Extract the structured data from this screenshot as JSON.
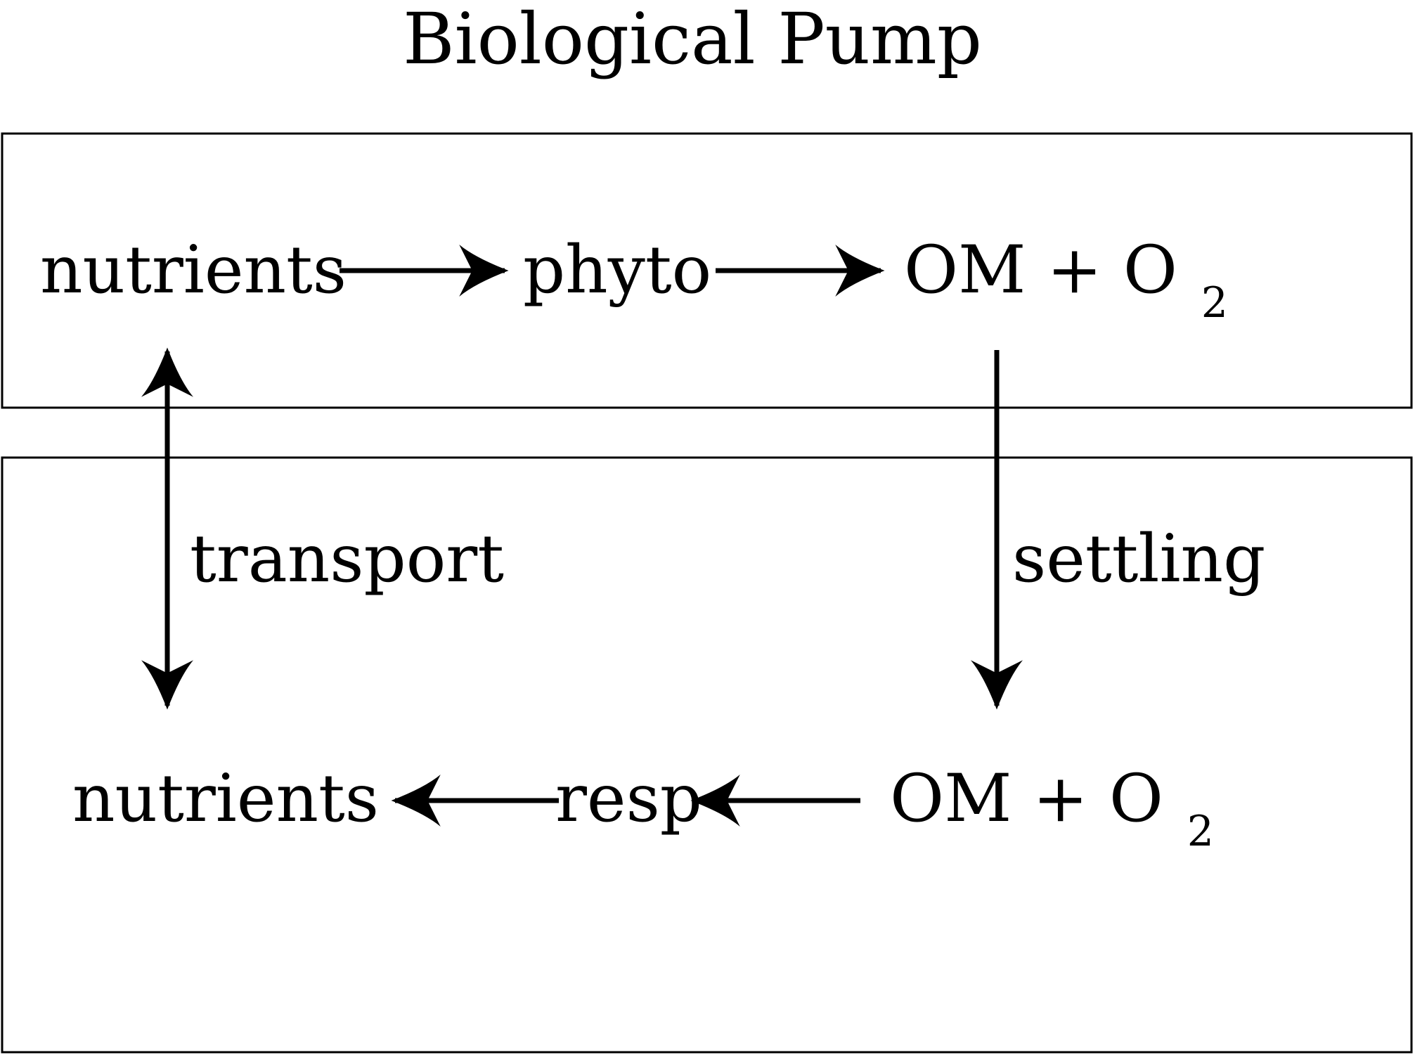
{
  "title": "Biological Pump",
  "colors": {
    "ink": "#000000",
    "background": "#ffffff"
  },
  "regions": [
    {
      "id": "upper-box"
    },
    {
      "id": "lower-box"
    }
  ],
  "nodes": {
    "upper": {
      "nutrients": "nutrients",
      "phyto": "phyto",
      "om": "OM + O",
      "om_sub": "2"
    },
    "lower": {
      "nutrients": "nutrients",
      "resp": "resp",
      "om": "OM + O",
      "om_sub": "2"
    }
  },
  "edges": {
    "transport": "transport",
    "settling": "settling"
  }
}
